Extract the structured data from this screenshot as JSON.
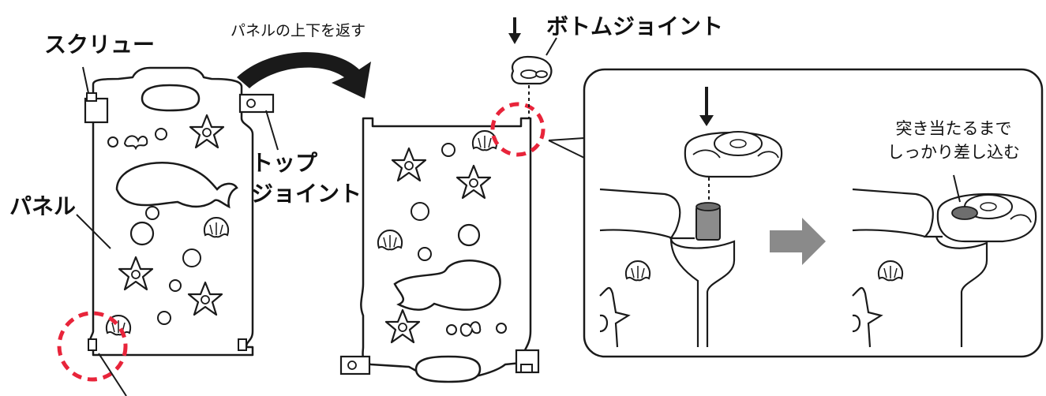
{
  "labels": {
    "screw": "スクリュー",
    "flip_panel": "パネルの上下を返す",
    "top_joint_line1": "トップ",
    "top_joint_line2": "ジョイント",
    "panel": "パネル",
    "bottom_joint": "ボトムジョイント",
    "insert_note_line1": "突き当たるまで",
    "insert_note_line2": "しっかり差し込む"
  },
  "colors": {
    "outline": "#1a1a1a",
    "highlight_circle": "#e8243a",
    "arrow_gray": "#8a8a8a",
    "post_gray": "#8c8c8c"
  },
  "icons": [
    "curved-arrow-icon",
    "down-arrow-icon",
    "right-arrow-icon",
    "starfish-icon",
    "whale-icon",
    "shell-icon",
    "bubble-icon"
  ]
}
